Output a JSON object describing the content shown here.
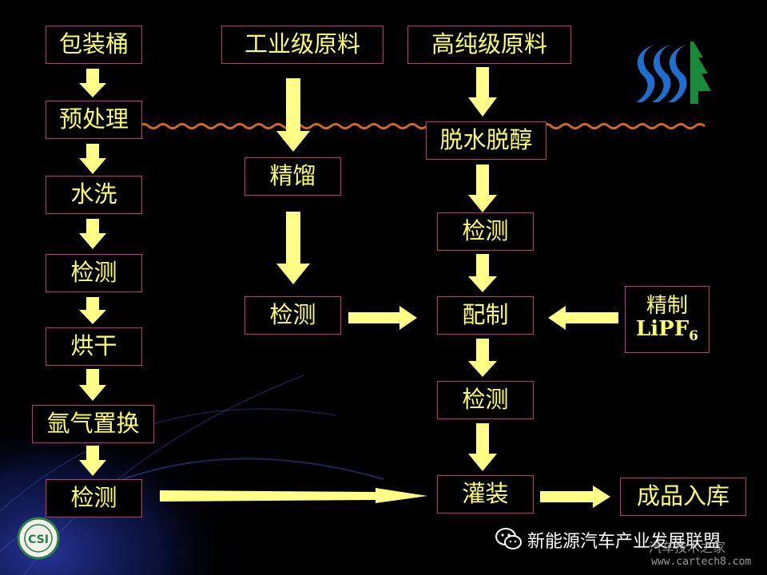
{
  "nodes": {
    "barrel": "包装桶",
    "pretreat": "预处理",
    "wash": "水洗",
    "test_left_1": "检测",
    "dry": "烘干",
    "argon": "氩气置换",
    "test_left_2": "检测",
    "industrial": "工业级原料",
    "distill": "精馏",
    "test_mid": "检测",
    "highpure": "高纯级原料",
    "dehydrate": "脱水脱醇",
    "test_right_1": "检测",
    "prepare": "配制",
    "test_right_2": "检测",
    "fill": "灌装",
    "store": "成品入库",
    "lipf6_line1": "精制",
    "lipf6_line2": "LiPF",
    "lipf6_sub": "6"
  },
  "brand": {
    "wechat_label": "新能源汽车产业发展联盟",
    "url": "www.cartech8.com",
    "watermark": "汽车技术之家"
  },
  "logo_left_text": "CSI",
  "colors": {
    "background": "#000000",
    "node_border": "#c8327a",
    "node_text": "#ffff66",
    "arrow": "#ffff88",
    "wavy_line": "#d2691e",
    "logo_blue": "#1e6fd0",
    "logo_green": "#1a8a3a"
  }
}
